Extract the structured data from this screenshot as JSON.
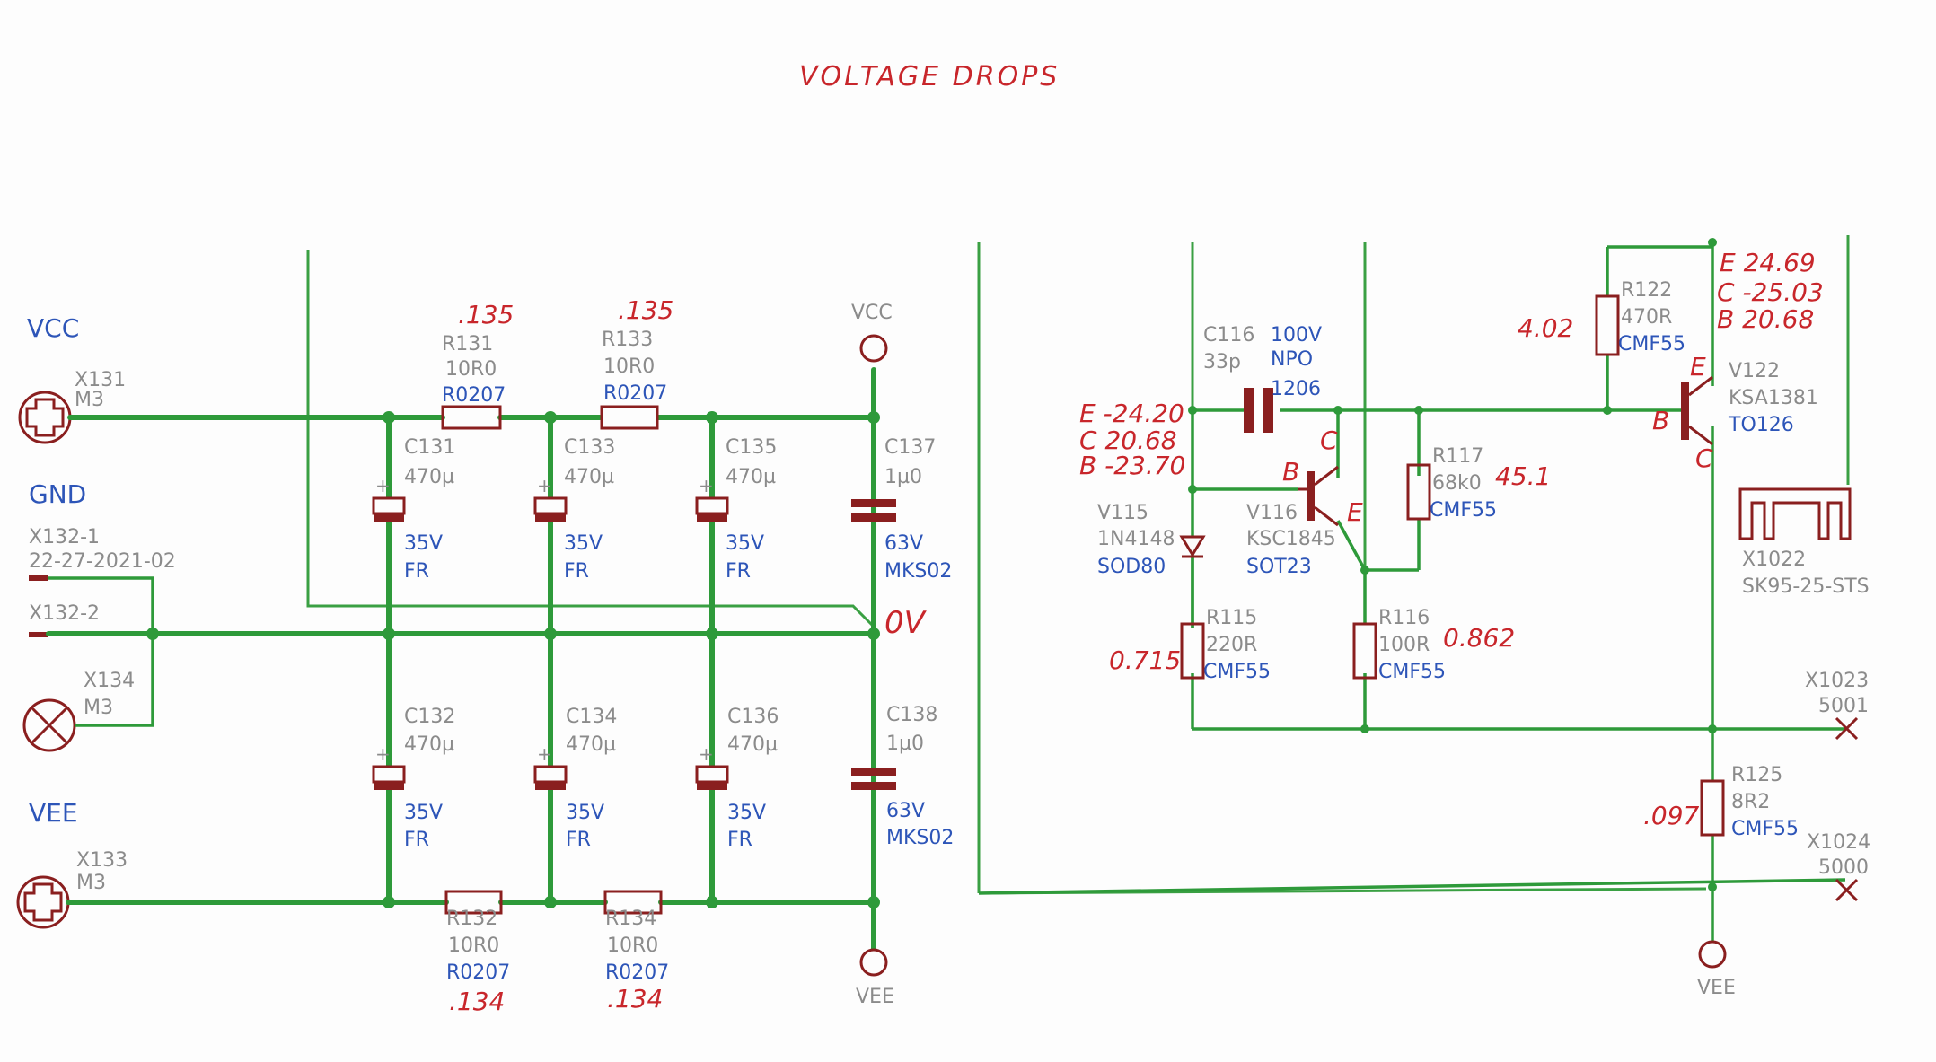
{
  "title": "VOLTAGE DROPS",
  "nets": {
    "vcc": "VCC",
    "gnd": "GND",
    "vee": "VEE",
    "zero": "0V"
  },
  "connectors": {
    "x131": {
      "ref": "X131",
      "val": "M3"
    },
    "x132_1": {
      "ref": "X132-1",
      "val": "22-27-2021-02"
    },
    "x132_2": {
      "ref": "X132-2"
    },
    "x134": {
      "ref": "X134",
      "val": "M3"
    },
    "x133": {
      "ref": "X133",
      "val": "M3"
    }
  },
  "terminals": {
    "vcc": "VCC",
    "vee": "VEE",
    "vee2": "VEE"
  },
  "resistors_left": {
    "r131": {
      "ref": "R131",
      "val": "10R0",
      "pkg": "R0207",
      "drop": ".135"
    },
    "r133": {
      "ref": "R133",
      "val": "10R0",
      "pkg": "R0207",
      "drop": ".135"
    },
    "r132": {
      "ref": "R132",
      "val": "10R0",
      "pkg": "R0207",
      "drop": ".134"
    },
    "r134": {
      "ref": "R134",
      "val": "10R0",
      "pkg": "R0207",
      "drop": ".134"
    }
  },
  "caps_top": {
    "c131": {
      "ref": "C131",
      "val": "470µ",
      "volt": "35V",
      "type": "FR"
    },
    "c133": {
      "ref": "C133",
      "val": "470µ",
      "volt": "35V",
      "type": "FR"
    },
    "c135": {
      "ref": "C135",
      "val": "470µ",
      "volt": "35V",
      "type": "FR"
    },
    "c137": {
      "ref": "C137",
      "val": "1µ0",
      "volt": "63V",
      "type": "MKS02"
    }
  },
  "caps_bottom": {
    "c132": {
      "ref": "C132",
      "val": "470µ",
      "volt": "35V",
      "type": "FR"
    },
    "c134": {
      "ref": "C134",
      "val": "470µ",
      "volt": "35V",
      "type": "FR"
    },
    "c136": {
      "ref": "C136",
      "val": "470µ",
      "volt": "35V",
      "type": "FR"
    },
    "c138": {
      "ref": "C138",
      "val": "1µ0",
      "volt": "63V",
      "type": "MKS02"
    }
  },
  "right": {
    "c116": {
      "ref": "C116",
      "val": "33p",
      "volt": "100V",
      "dielectric": "NPO",
      "pkg": "1206"
    },
    "v115": {
      "ref": "V115",
      "val": "1N4148",
      "pkg": "SOD80"
    },
    "v116": {
      "ref": "V116",
      "val": "KSC1845",
      "pkg": "SOT23"
    },
    "r117": {
      "ref": "R117",
      "val": "68k0",
      "pkg": "CMF55",
      "drop": "45.1"
    },
    "r115": {
      "ref": "R115",
      "val": "220R",
      "pkg": "CMF55",
      "drop": "0.715"
    },
    "r116": {
      "ref": "R116",
      "val": "100R",
      "pkg": "CMF55",
      "drop": "0.862"
    },
    "r122": {
      "ref": "R122",
      "val": "470R",
      "pkg": "CMF55",
      "drop": "4.02"
    },
    "v122": {
      "ref": "V122",
      "val": "KSA1381",
      "pkg": "TO126"
    },
    "x1022": {
      "ref": "X1022",
      "val": "SK95-25-STS"
    },
    "x1023": {
      "ref": "X1023",
      "val": "5001"
    },
    "x1024": {
      "ref": "X1024",
      "val": "5000"
    },
    "r125": {
      "ref": "R125",
      "val": "8R2",
      "pkg": "CMF55",
      "drop": ".097"
    }
  },
  "annotations": {
    "v116_e": "E -24.20",
    "v116_c": "C 20.68",
    "v116_b": "B -23.70",
    "v122_e": "E 24.69",
    "v122_c": "C -25.03",
    "v122_b": "B 20.68",
    "pin_c": "C",
    "pin_b": "B",
    "pin_e": "E",
    "pin_b2": "B",
    "pin_e2": "E",
    "pin_c2": "C"
  }
}
